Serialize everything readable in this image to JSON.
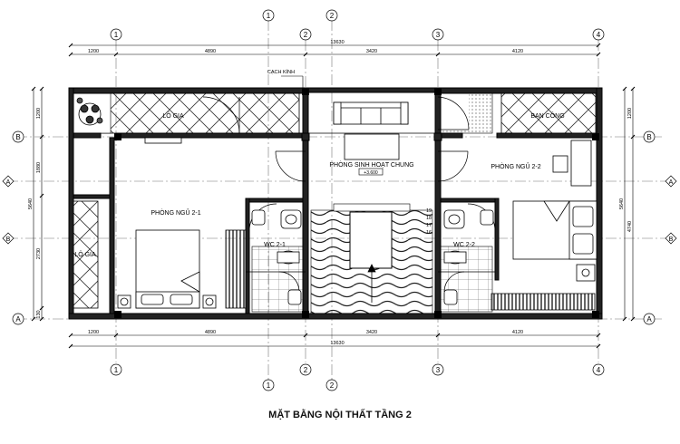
{
  "title": "MẶT BẰNG NỘI THẤT TẦNG 2",
  "grid": {
    "columns": [
      "1",
      "2",
      "3",
      "4"
    ],
    "aux_column": "1",
    "aux_column2": "2",
    "rows": [
      "B",
      "A",
      "B",
      "A"
    ]
  },
  "dimensions": {
    "total": "13630",
    "top": [
      "1200",
      "4890",
      "3420",
      "4120"
    ],
    "bottom": [
      "1200",
      "4890",
      "3420",
      "4120"
    ],
    "left_total": "5640",
    "left": [
      "1200",
      "1880",
      "2730",
      "130"
    ],
    "right_total": "5640",
    "right": [
      "1200",
      "4740"
    ]
  },
  "rooms": {
    "lo_gia_top": "LÔ GIA",
    "lo_gia_left": "LÔ GIA",
    "bedroom1": "PHÒNG NGỦ 2-1",
    "bedroom2": "PHÒNG NGỦ 2-2",
    "living": "PHÒNG SINH HOẠT CHUNG",
    "balcony": "BAN CÔNG",
    "wc1": "WC 2-1",
    "wc2": "WC 2-2",
    "glass": "CẠCH KÍNH",
    "level": "+3.600",
    "stair_numbers": [
      "19",
      "18",
      "17",
      "16"
    ]
  }
}
